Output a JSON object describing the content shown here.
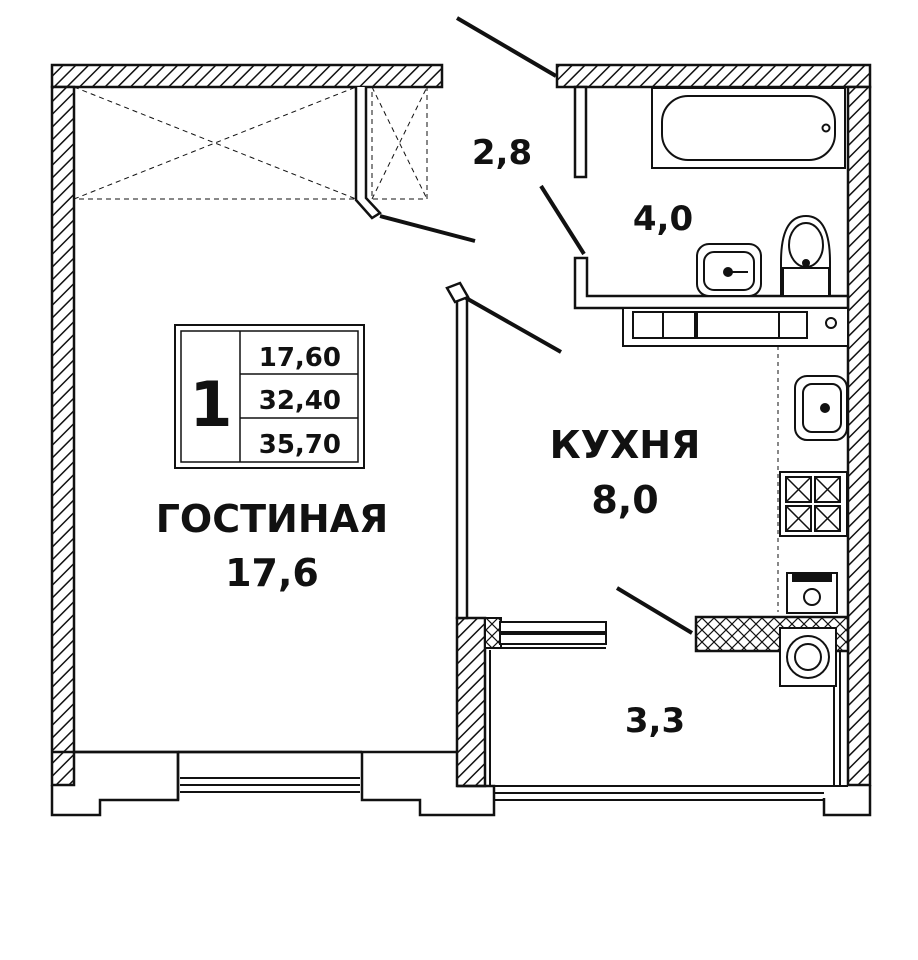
{
  "plan": {
    "rooms_count": "1",
    "areas": {
      "living": "17,60",
      "total": "32,40",
      "total_with_balcony": "35,70"
    },
    "rooms": [
      {
        "key": "living",
        "name": "ГОСТИНАЯ",
        "area": "17,6"
      },
      {
        "key": "hall",
        "name": "",
        "area": "2,8"
      },
      {
        "key": "bathroom",
        "name": "",
        "area": "4,0"
      },
      {
        "key": "kitchen",
        "name": "КУХНЯ",
        "area": "8,0"
      },
      {
        "key": "balcony",
        "name": "",
        "area": "3,3"
      }
    ]
  },
  "colors": {
    "ink": "#111111",
    "background": "#ffffff"
  }
}
